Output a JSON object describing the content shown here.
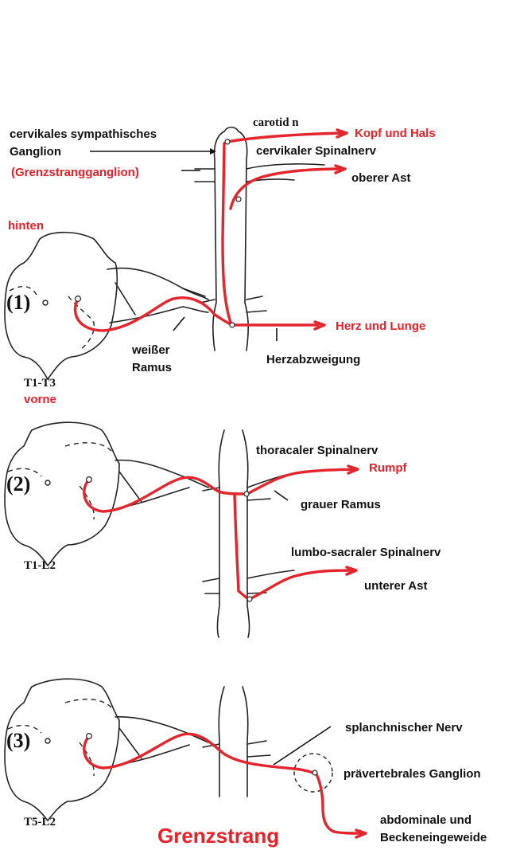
{
  "colors": {
    "nerve": "#e3262e",
    "label_red": "#e8202a",
    "outline": "#222222"
  },
  "labels": {
    "carotid": "carotid n",
    "cervical_ganglion_line1": "cervikales sympathisches",
    "cervical_ganglion_line2": "Ganglion",
    "grenzstrangganglion": "(Grenzstrangganglion)",
    "kopf_hals": "Kopf und Hals",
    "cervical_spinal_nerve": "cervikaler Spinalnerv",
    "upper_branch": "oberer Ast",
    "posterior": "hinten",
    "heart_lung": "Herz und Lunge",
    "white_ramus_line1": "weißer",
    "white_ramus_line2": "Ramus",
    "cardiac_branch": "Herzabzweigung",
    "level1": "T1-T3",
    "anterior": "vorne",
    "thoracic_spinal_nerve": "thoracaler Spinalnerv",
    "trunk": "Rumpf",
    "grey_ramus": "grauer Ramus",
    "level2": "T1-L2",
    "lumbosacral_spinal_nerve": "lumbo-sacraler Spinalnerv",
    "lower_branch": "unterer Ast",
    "splanchnic_nerve": "splanchnischer Nerv",
    "prevertebral_ganglion": "prävertebrales Ganglion",
    "abdominal_line1": "abdominale und",
    "abdominal_line2": "Beckeneingeweide",
    "level3": "T5-L2",
    "title": "Grenzstrang"
  },
  "panels": [
    {
      "number": "(1)"
    },
    {
      "number": "(2)"
    },
    {
      "number": "(3)"
    }
  ]
}
